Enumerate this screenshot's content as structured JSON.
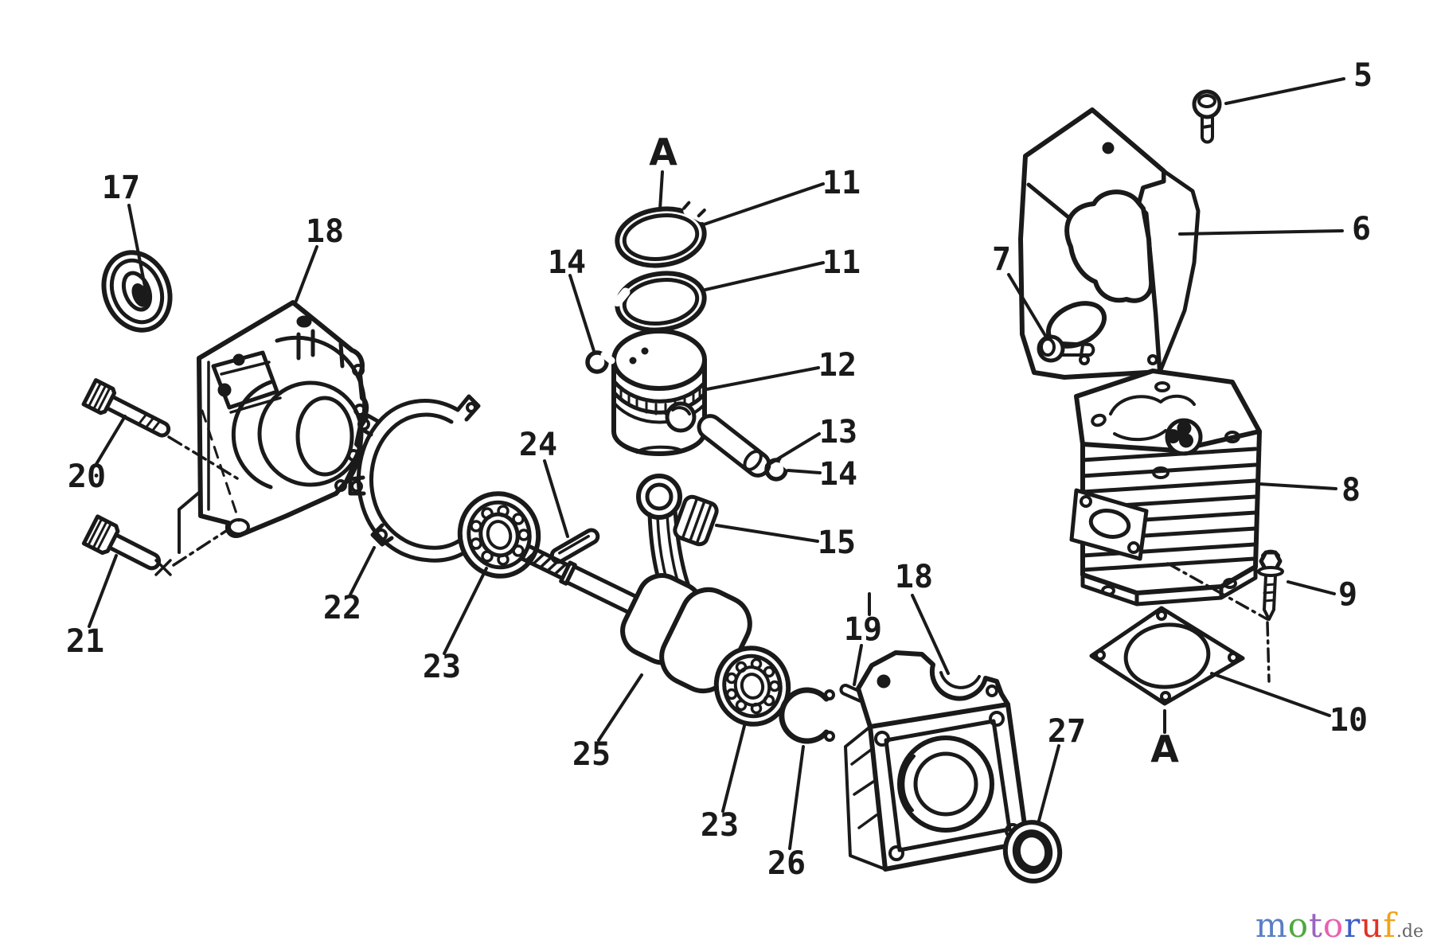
{
  "colors": {
    "ink": "#1a1a1a",
    "background": "#ffffff"
  },
  "callouts": {
    "a_top": "A",
    "n5": "5",
    "n6": "6",
    "n7": "7",
    "n8": "8",
    "n9": "9",
    "n10": "10",
    "n11a": "11",
    "n11b": "11",
    "n12": "12",
    "n13": "13",
    "n14a": "14",
    "n14b": "14",
    "n15": "15",
    "n17": "17",
    "n18a": "18",
    "n18b": "18",
    "n19": "19",
    "n20": "20",
    "n21": "21",
    "n22": "22",
    "n23a": "23",
    "n23b": "23",
    "n24": "24",
    "n25": "25",
    "n26": "26",
    "n27": "27",
    "a_bottom": "A"
  },
  "watermark": {
    "letters": [
      {
        "ch": "m",
        "color": "#5b7fc4"
      },
      {
        "ch": "o",
        "color": "#4ea83f"
      },
      {
        "ch": "t",
        "color": "#9a63c2"
      },
      {
        "ch": "o",
        "color": "#ea5fb1"
      },
      {
        "ch": "r",
        "color": "#3c5fc4"
      },
      {
        "ch": "u",
        "color": "#e03224"
      },
      {
        "ch": "f",
        "color": "#f0a21a"
      }
    ],
    "suffix": ".de",
    "suffix_color": "#666666"
  }
}
